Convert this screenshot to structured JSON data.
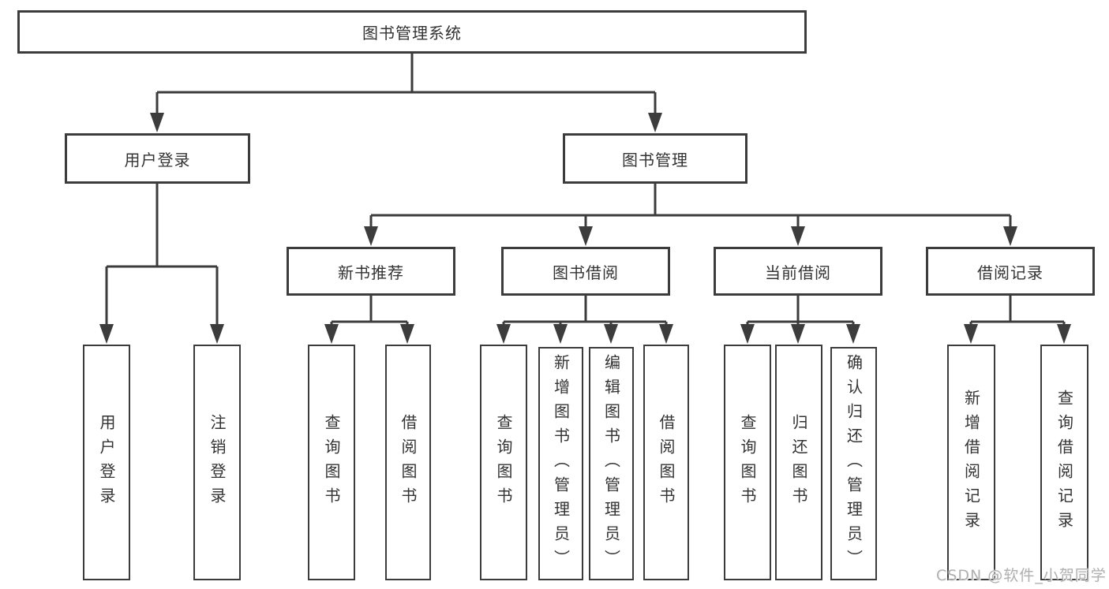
{
  "colors": {
    "line": "#3c3c3c",
    "border": "#3c3c3c",
    "text": "#333333",
    "background": "#ffffff",
    "watermark": "#b0b0b0"
  },
  "watermark": {
    "text": "CSDN @软件_小贺同学"
  },
  "tree": {
    "root": {
      "label": "图书管理系统"
    },
    "branches": [
      {
        "label": "用户登录",
        "children": [
          {
            "label": "用户登录"
          },
          {
            "label": "注销登录"
          }
        ]
      },
      {
        "label": "图书管理",
        "children": [
          {
            "label": "新书推荐",
            "children": [
              {
                "label": "查询图书"
              },
              {
                "label": "借阅图书"
              }
            ]
          },
          {
            "label": "图书借阅",
            "children": [
              {
                "label": "查询图书"
              },
              {
                "label": "新增图书（管理员）"
              },
              {
                "label": "编辑图书（管理员）"
              },
              {
                "label": "借阅图书"
              }
            ]
          },
          {
            "label": "当前借阅",
            "children": [
              {
                "label": "查询图书"
              },
              {
                "label": "归还图书"
              },
              {
                "label": "确认归还（管理员）"
              }
            ]
          },
          {
            "label": "借阅记录",
            "children": [
              {
                "label": "新增借阅记录"
              },
              {
                "label": "查询借阅记录"
              }
            ]
          }
        ]
      }
    ]
  }
}
